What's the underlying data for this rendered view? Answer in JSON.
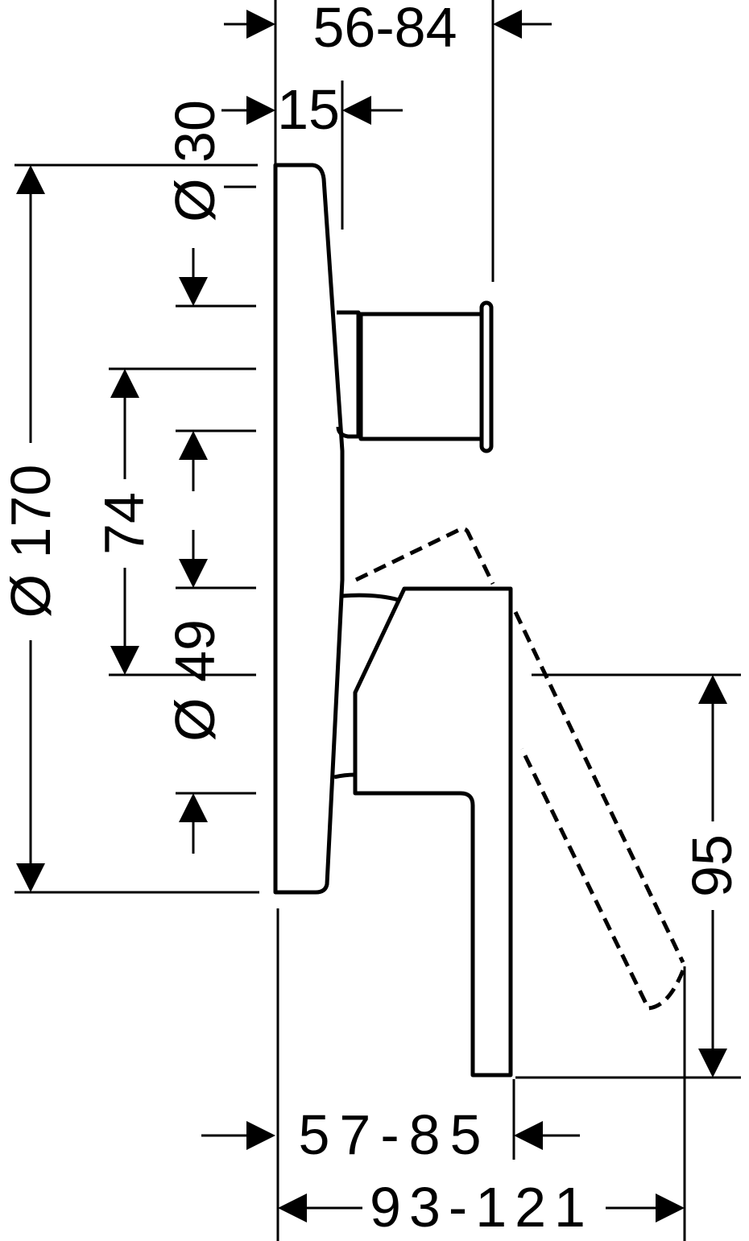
{
  "dimensions": {
    "depth_range_top": "56-84",
    "knob_offset": "15",
    "knob_diameter": "Ø 30",
    "plate_diameter": "Ø 170",
    "spacing": "74",
    "lever_diameter": "Ø 49",
    "lever_length": "95",
    "lever_depth": "57-85",
    "total_depth": "93-121"
  }
}
